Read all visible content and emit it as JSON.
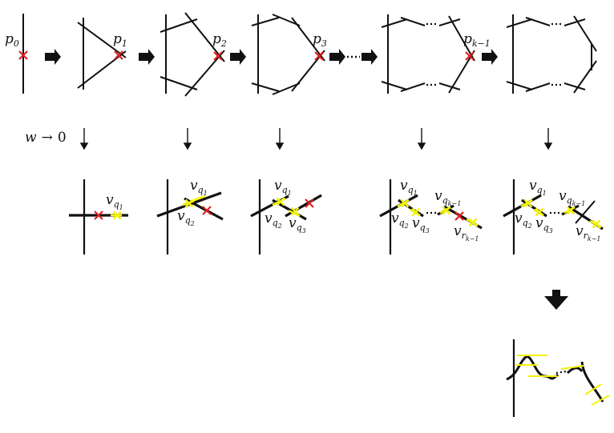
{
  "colors": {
    "ink": "#111111",
    "marked_point": "#e02020",
    "highlight": "#f2f20a"
  },
  "icons": [
    "arrow-right-icon",
    "arrow-down-icon",
    "cross-mark-icon"
  ],
  "top_row": {
    "points": [
      {
        "base": "p",
        "sub": "0"
      },
      {
        "base": "p",
        "sub": "1"
      },
      {
        "base": "p",
        "sub": "2"
      },
      {
        "base": "p",
        "sub": "3"
      },
      {
        "base": "p",
        "sub": "k−1"
      }
    ],
    "ellipsis": "⋯"
  },
  "limit": {
    "w": "w",
    "arrow": "→",
    "zero": "0"
  },
  "middle_row": {
    "labels": [
      {
        "base": "v",
        "sub": "q",
        "subsub": "1"
      },
      {
        "base": "v",
        "sub": "q",
        "subsub": "2"
      },
      {
        "base": "v",
        "sub": "q",
        "subsub": "3"
      },
      {
        "base": "v",
        "sub": "q",
        "subsub": "k−1"
      },
      {
        "base": "v",
        "sub": "r",
        "subsub": "k−1"
      }
    ]
  }
}
